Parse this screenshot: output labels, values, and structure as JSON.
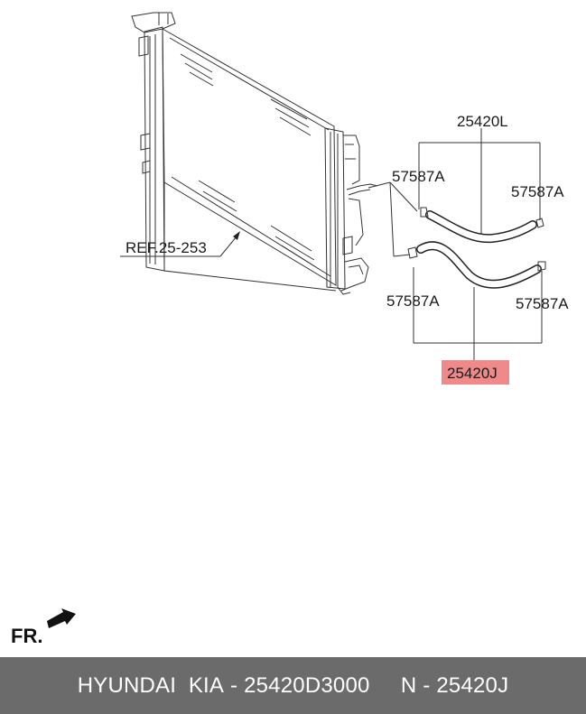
{
  "callouts": {
    "hose_upper": "25420L",
    "hose_lower": "25420J",
    "clamp_top_left": "57587A",
    "clamp_top_right": "57587A",
    "clamp_bottom_left": "57587A",
    "clamp_bottom_right": "57587A",
    "reference": "REF.25-253"
  },
  "orientation": {
    "label": "FR."
  },
  "footer": {
    "brand": "HYUNDAI  KIA",
    "part_number": "25420D3000",
    "ref_number": "N - 25420J",
    "separator": " - "
  },
  "colors": {
    "highlight": "#f08a8a",
    "footer_bg": "#6b6b6b",
    "line": "#333333"
  }
}
